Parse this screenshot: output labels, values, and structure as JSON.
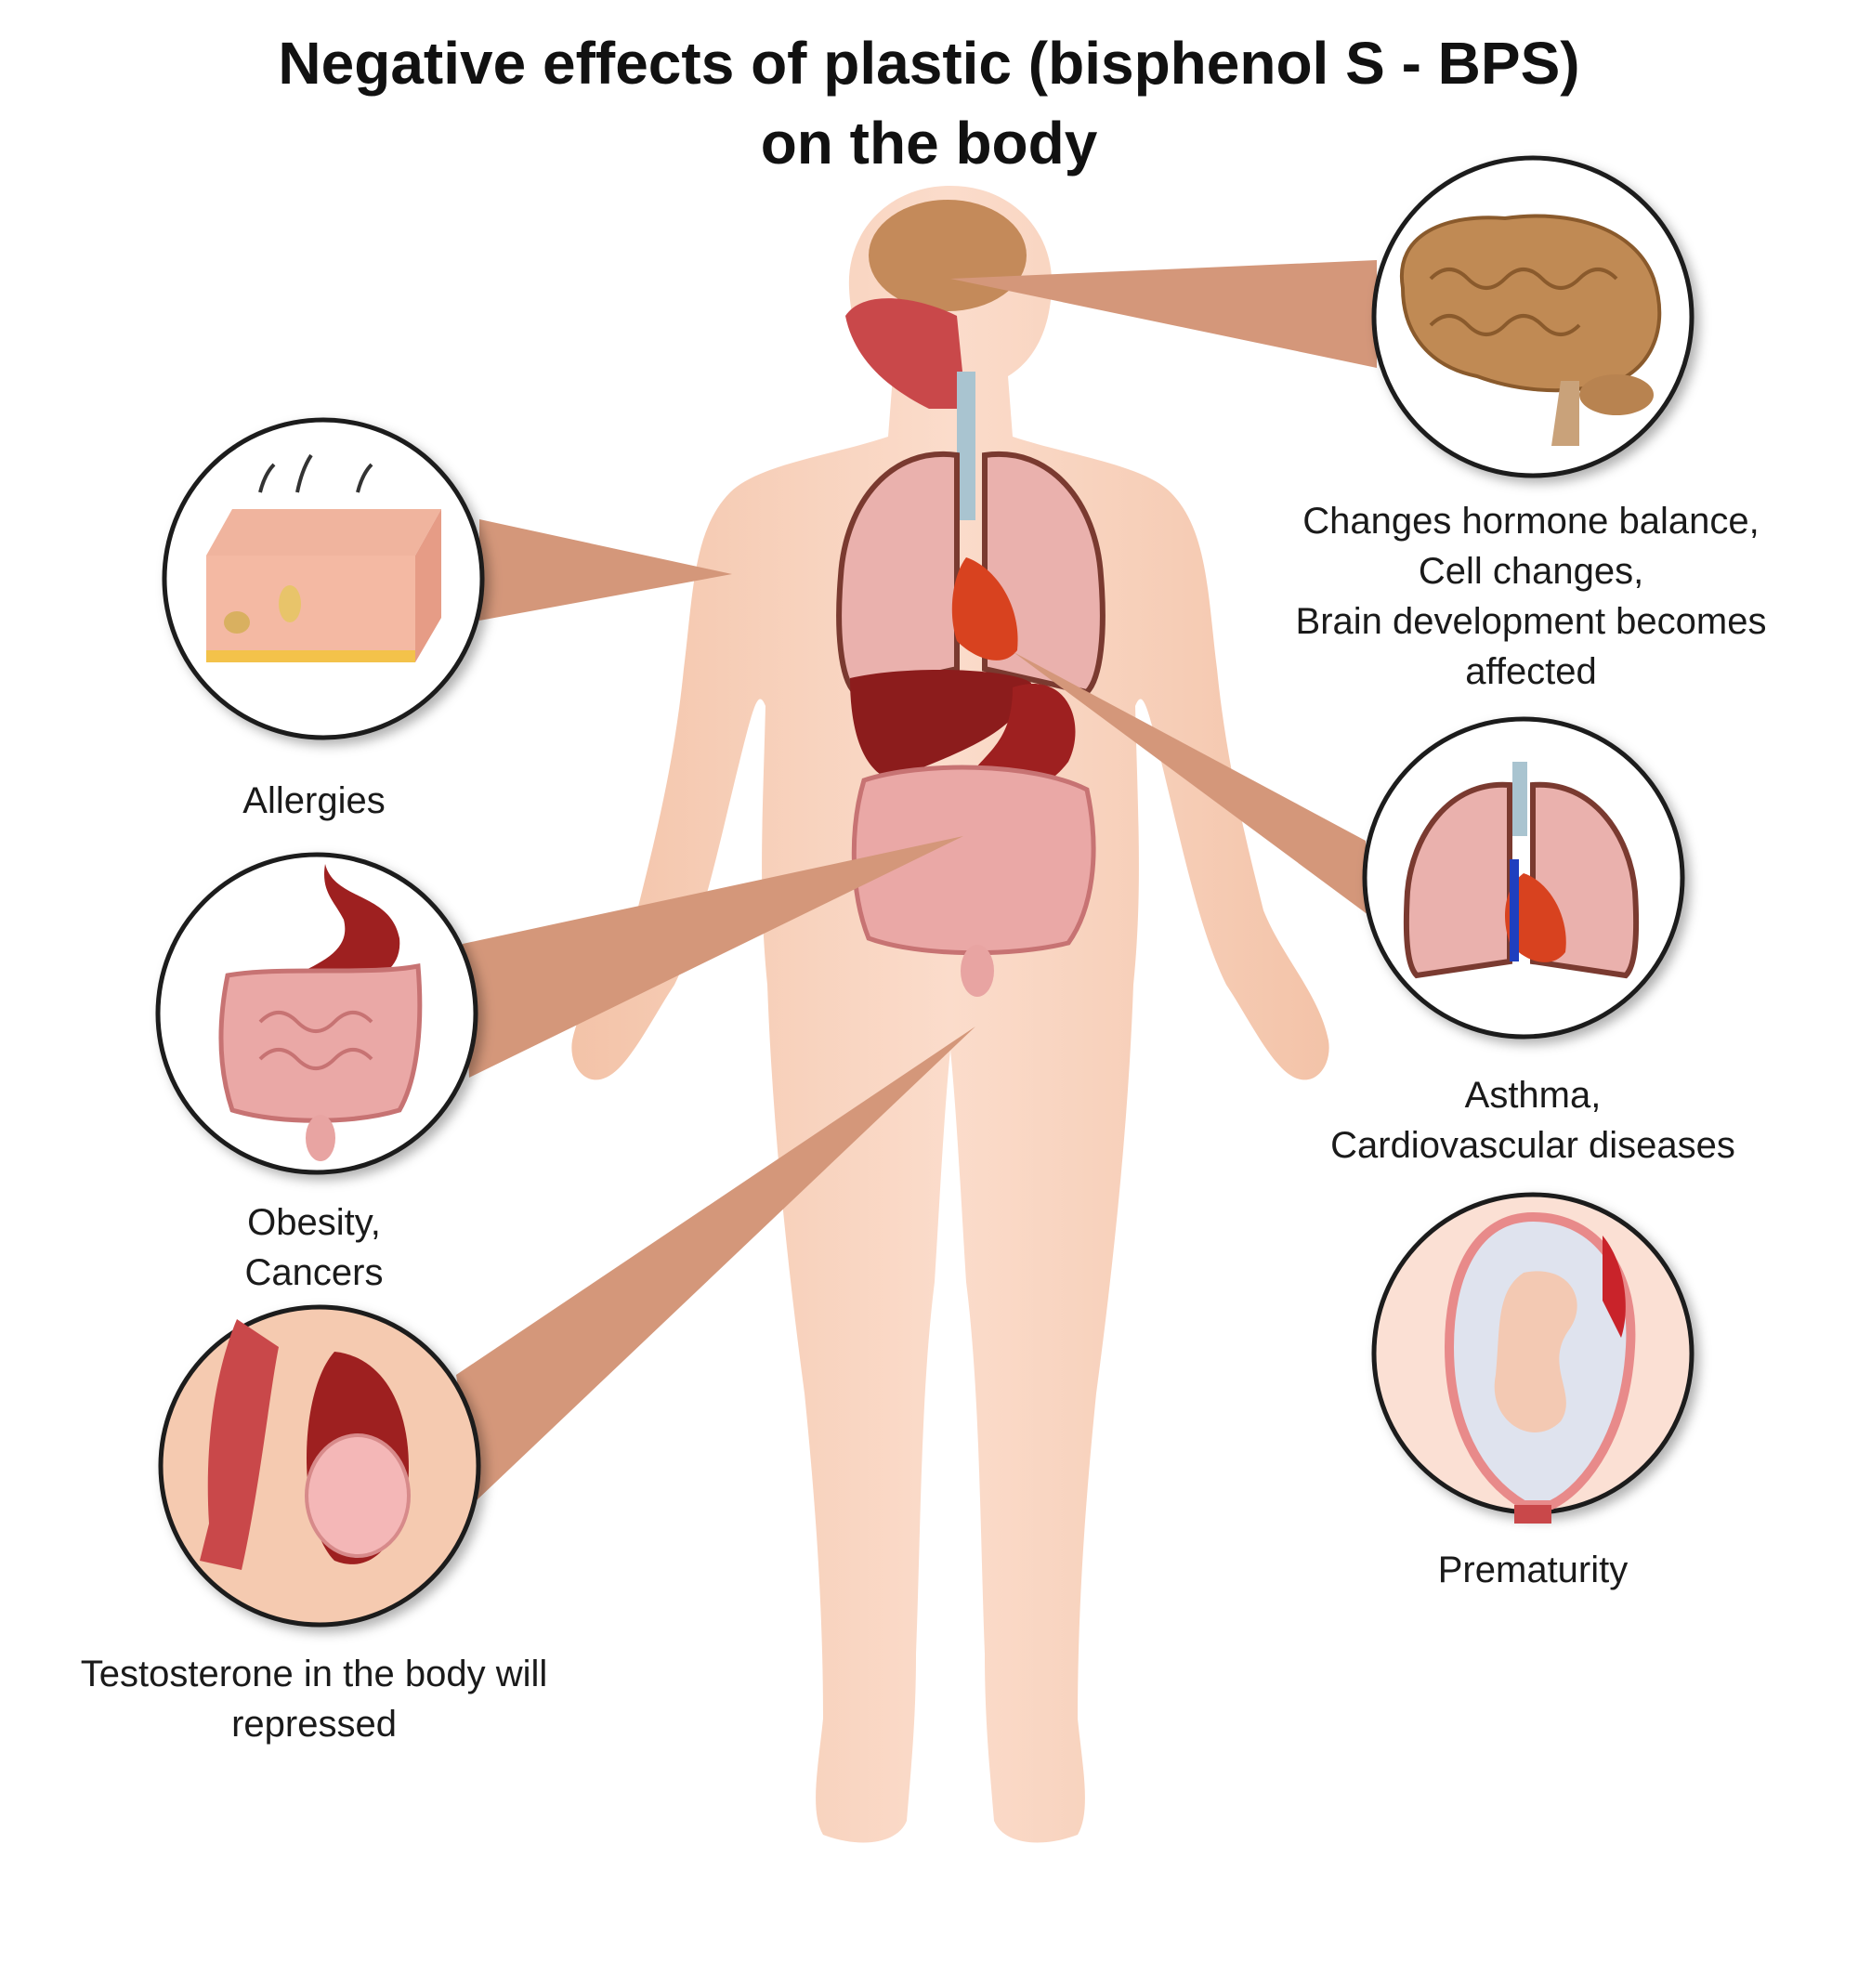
{
  "title": {
    "line1": "Negative effects of plastic (bisphenol S - BPS)",
    "line2": "on the body"
  },
  "callouts": [
    {
      "id": "brain",
      "icon": "brain-icon",
      "lines": [
        "Changes hormone balance,",
        "Cell changes,",
        "Brain development becomes",
        "affected"
      ]
    },
    {
      "id": "skin",
      "icon": "skin-layers-icon",
      "lines": [
        "Allergies"
      ]
    },
    {
      "id": "digestive",
      "icon": "digestive-system-icon",
      "lines": [
        "Obesity,",
        "Cancers"
      ]
    },
    {
      "id": "testis",
      "icon": "testis-icon",
      "lines": [
        "Testosterone in the body will",
        "repressed"
      ]
    },
    {
      "id": "lungs",
      "icon": "lungs-heart-icon",
      "lines": [
        "Asthma,",
        "Cardiovascular diseases"
      ]
    },
    {
      "id": "fetus",
      "icon": "fetus-in-uterus-icon",
      "lines": [
        "Prematurity"
      ]
    }
  ],
  "colors": {
    "pointer": "#d4977a",
    "skin": "#f6cdb6",
    "circle_border": "#1a1a1a"
  }
}
